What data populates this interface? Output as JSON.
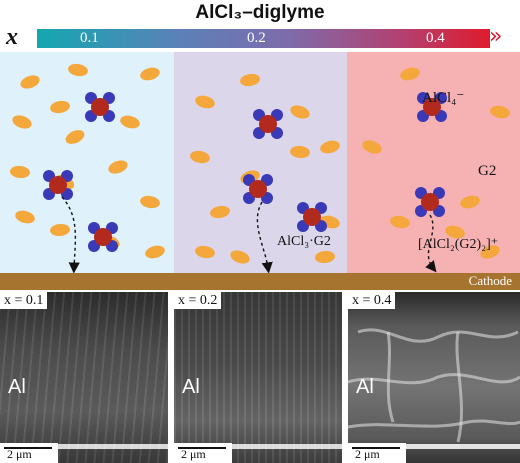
{
  "header": {
    "title": "AlCl₃–diglyme",
    "x_label": "x",
    "gradient_ticks": [
      "0.1",
      "0.2",
      "0.4"
    ],
    "colors": {
      "start": "#13a7b0",
      "end": "#df1b2e"
    }
  },
  "panels": [
    {
      "bg": "#dff1fb"
    },
    {
      "bg": "#dcd6ea"
    },
    {
      "bg": "#f6b1b3"
    }
  ],
  "labels": {
    "alcl4": "AlCl₄⁻",
    "g2": "G2",
    "alcl3_g2": "AlCl₃·G2",
    "complex": "[AlCl₂(G2)₂]⁺"
  },
  "cathode": {
    "label": "Cathode"
  },
  "sem_images": [
    {
      "tag": "x = 0.1",
      "label": "Al",
      "scale": "2 μm"
    },
    {
      "tag": "x = 0.2",
      "label": "Al",
      "scale": "2 μm"
    },
    {
      "tag": "x = 0.4",
      "label": "Al",
      "scale": "2 μm"
    }
  ]
}
